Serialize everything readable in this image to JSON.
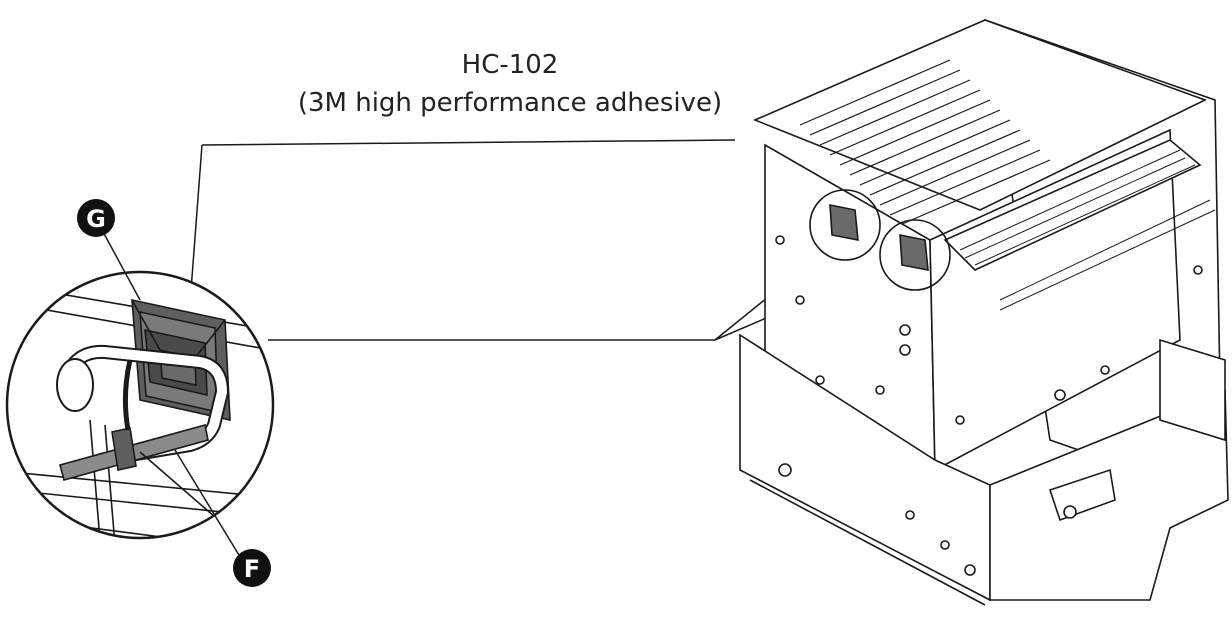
{
  "callout": {
    "part_number": "HC-102",
    "description": "(3M high performance adhesive)"
  },
  "markers": {
    "g": "G",
    "f": "F"
  },
  "colors": {
    "line": "#1a1a1a",
    "adhesive_fill": "#5f5f5f",
    "tie_fill": "#8a8a8a",
    "marker_fill": "#111111"
  }
}
